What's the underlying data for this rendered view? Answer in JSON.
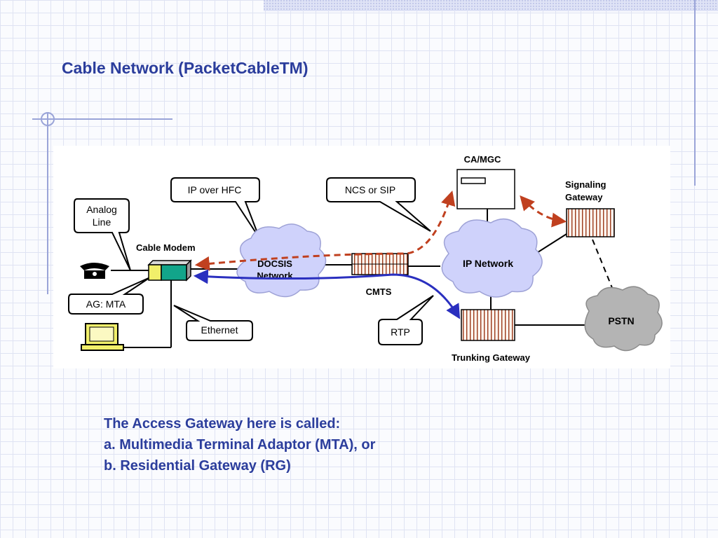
{
  "slide": {
    "title": "Cable Network (PacketCableTM)",
    "body_lines": [
      "The Access Gateway here is called:",
      "a. Multimedia Terminal Adaptor (MTA), or",
      "b. Residential Gateway (RG)"
    ]
  },
  "diagram": {
    "labels": {
      "analog_line": [
        "Analog",
        "Line"
      ],
      "cable_modem": "Cable Modem",
      "ag_mta": "AG: MTA",
      "ethernet": "Ethernet",
      "ip_over_hfc": "IP over HFC",
      "docsis": [
        "DOCSIS",
        "Network"
      ],
      "ncs_sip": "NCS or SIP",
      "cmts": "CMTS",
      "rtp": "RTP",
      "ca_mgc": "CA/MGC",
      "ip_network": "IP Network",
      "signaling_gateway": [
        "Signaling",
        "Gateway"
      ],
      "trunking_gateway": "Trunking Gateway",
      "pstn": "PSTN"
    }
  },
  "colors": {
    "title": "#2b3d9c",
    "signaling_path": "#c0401f",
    "media_path": "#2a2fbf",
    "cloud_light": "#cfd2fb",
    "cloud_dark": "#b4b4b4"
  }
}
